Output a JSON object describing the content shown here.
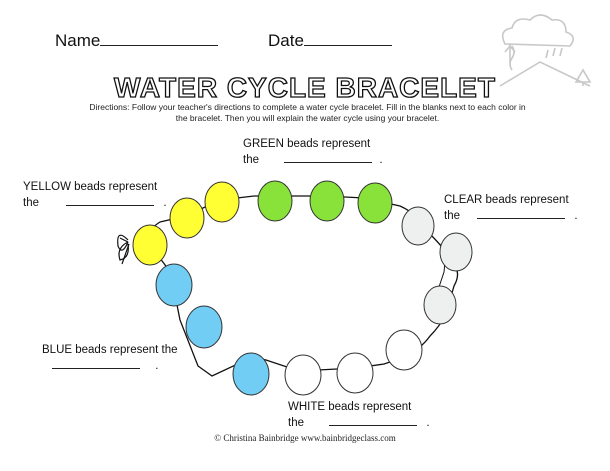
{
  "header": {
    "name_label": "Name",
    "date_label": "Date"
  },
  "title": "WATER CYCLE BRACELET",
  "directions": {
    "line1": "Directions: Follow your teacher's directions to complete a water cycle bracelet. Fill in the blanks next to each color in",
    "line2": "the bracelet. Then you will explain the water cycle using your bracelet."
  },
  "beads": {
    "green": {
      "line1": "GREEN beads represent",
      "line2": "the",
      "end": "."
    },
    "yellow": {
      "line1": "YELLOW beads represent",
      "line2": "the",
      "end": "."
    },
    "clear": {
      "line1": "CLEAR beads represent",
      "line2": "the",
      "end": "."
    },
    "blue": {
      "line1": "BLUE beads represent the",
      "end": "."
    },
    "white": {
      "line1": "WHITE beads represent",
      "line2": "the",
      "end": "."
    }
  },
  "colors": {
    "yellow": "#ffff33",
    "green": "#88e23a",
    "blue": "#72cdf4",
    "clear": "#eef0f0",
    "white": "#ffffff"
  },
  "footer": "© Christina Bainbridge   www.bainbridgeclass.com",
  "icons": [
    "water-cycle-icon",
    "bow-icon"
  ]
}
